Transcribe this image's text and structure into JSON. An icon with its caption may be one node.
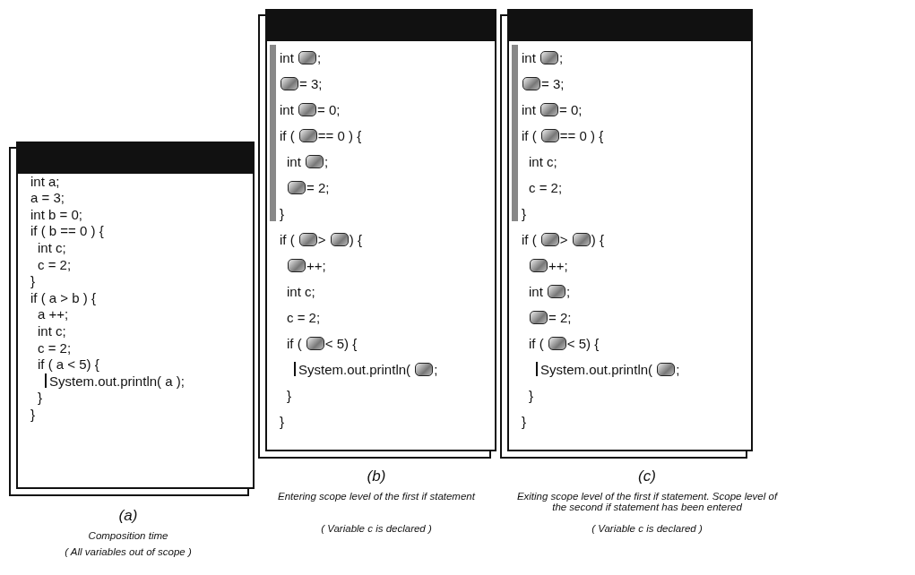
{
  "diagram": {
    "nodes": [
      {
        "text": [
          "int a;",
          "a = 3;",
          "int b = 0;",
          "if ( b == 0 ) {",
          "int c;",
          "c = 2;",
          "}",
          "if ( a > b ) {",
          "a ++;",
          "int c;",
          "c = 2;",
          "if ( a < 5) {",
          "System.out.println( a );",
          "}",
          "}"
        ],
        "beside": [
          "(a)",
          "Composition time",
          "( All variables out of scope )"
        ]
      },
      {
        "text": [
          "int ;",
          "= 3;",
          "int = 0;",
          "if ( == 0 ) {",
          "int ;",
          "= 2;",
          "}",
          "if ( > ) {",
          "++;",
          "int c;",
          "c = 2;",
          "if ( < 5) {",
          "System.out.println( ;",
          "}",
          "}"
        ],
        "beside": [
          "(b)",
          "Entering scope level of the first if statement",
          "( Variable c is declared )"
        ]
      },
      {
        "text": [
          "int ;",
          "= 3;",
          "int = 0;",
          "if ( == 0 ) {",
          "int c;",
          "c = 2;",
          "}",
          "if ( > ) {",
          "++;",
          "int ;",
          "= 2;",
          "if ( < 5) {",
          "System.out.println( ;",
          "}",
          "}"
        ],
        "beside": [
          "(c)",
          "Exiting scope level of the first if statement. Scope level of the second if statement has been entered",
          "( Variable c is declared )"
        ]
      }
    ]
  }
}
